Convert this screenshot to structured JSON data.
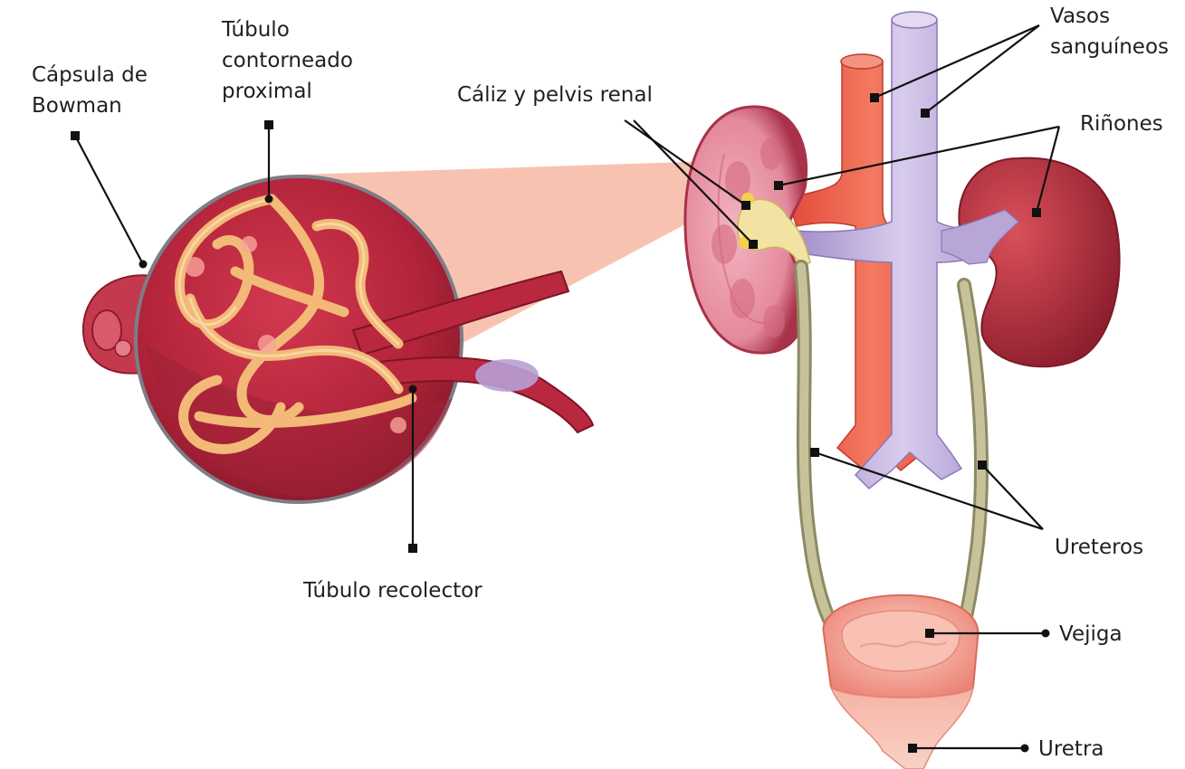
{
  "labels": {
    "capsula_bowman": [
      "Cápsula de",
      "Bowman"
    ],
    "tubulo_proximal": [
      "Túbulo",
      "contorneado",
      "proximal"
    ],
    "caliz_pelvis": "Cáliz y pelvis renal",
    "vasos": [
      "Vasos",
      "sanguíneos"
    ],
    "rinones": "Riñones",
    "tubulo_recolector": "Túbulo recolector",
    "ureteros": "Ureteros",
    "vejiga": "Vejiga",
    "uretra": "Uretra"
  },
  "colors": {
    "artery": "#ef5f4c",
    "vein": "#b7a6d6",
    "kidney": "#c23a45",
    "ureter": "#b5b08a",
    "capsule": "#b3243b",
    "tubule": "#f2b977",
    "zoom_cone": "#f6b9a2",
    "bladder": "#f4a196"
  }
}
